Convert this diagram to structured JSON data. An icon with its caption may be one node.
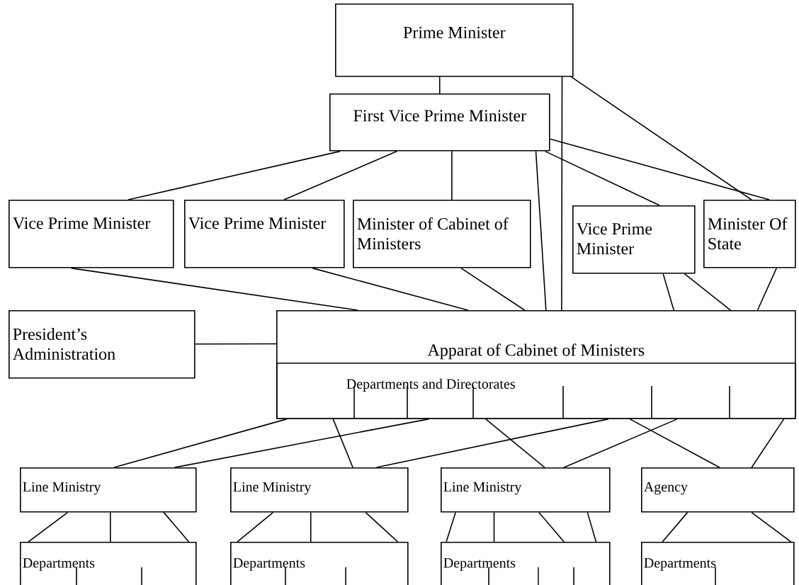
{
  "diagram": {
    "nodes": [
      {
        "text": [
          "Prime Minister"
        ]
      },
      {
        "text": [
          "First Vice Prime Minister"
        ]
      },
      {
        "text": [
          "Vice Prime Minister"
        ]
      },
      {
        "text": [
          "Vice Prime Minister"
        ]
      },
      {
        "text": [
          "Minister of Cabinet of Ministers"
        ]
      },
      {
        "text": [
          "Vice Prime Minister"
        ]
      },
      {
        "text": [
          "Minister Of State"
        ]
      },
      {
        "text": [
          "President’s Administration"
        ]
      },
      {
        "text": [
          "Apparat of Cabinet of Ministers"
        ]
      },
      {
        "text": [
          "Departments and Directorates"
        ],
        "in": 8
      },
      {
        "text": [
          "Line Ministry"
        ]
      },
      {
        "text": [
          "Line Ministry"
        ]
      },
      {
        "text": [
          "Line Ministry"
        ]
      },
      {
        "text": [
          "Agency"
        ]
      },
      {
        "text": [
          "Departments"
        ]
      },
      {
        "text": [
          "Departments"
        ]
      },
      {
        "text": [
          "Departments"
        ]
      },
      {
        "text": [
          "Departments"
        ]
      }
    ],
    "edges": [
      {
        "from": 0,
        "to": 1,
        "arrow": "none"
      },
      {
        "from": 0,
        "to": 8,
        "arrow": "none"
      },
      {
        "from": 0,
        "to": 6,
        "arrow": "none"
      },
      {
        "from": 1,
        "to": 2,
        "arrow": "none"
      },
      {
        "from": 1,
        "to": 3,
        "arrow": "none"
      },
      {
        "from": 1,
        "to": 4,
        "arrow": "none"
      },
      {
        "from": 1,
        "to": 8,
        "arrow": "none"
      },
      {
        "from": 1,
        "to": 5,
        "arrow": "none"
      },
      {
        "from": 1,
        "to": 6,
        "arrow": "none"
      },
      {
        "from": 2,
        "to": 8,
        "arrow": "none"
      },
      {
        "from": 3,
        "to": 8,
        "arrow": "none"
      },
      {
        "from": 4,
        "to": 8,
        "arrow": "none"
      },
      {
        "from": 5,
        "to": 8,
        "arrow": "none"
      },
      {
        "from": 5,
        "to": 8,
        "arrow": "none"
      },
      {
        "from": 6,
        "to": 8,
        "arrow": "none"
      },
      {
        "from": 7,
        "to": 8,
        "arrow": "none"
      },
      {
        "from": 9,
        "to": 10,
        "arrow": "none"
      },
      {
        "from": 9,
        "to": 10,
        "arrow": "none"
      },
      {
        "from": 9,
        "to": 11,
        "arrow": "none"
      },
      {
        "from": 9,
        "to": 11,
        "arrow": "none"
      },
      {
        "from": 9,
        "to": 12,
        "arrow": "none"
      },
      {
        "from": 9,
        "to": 12,
        "arrow": "none"
      },
      {
        "from": 9,
        "to": 13,
        "arrow": "none"
      },
      {
        "from": 9,
        "to": 13,
        "arrow": "none"
      },
      {
        "from": 10,
        "to": 14,
        "arrow": "none"
      },
      {
        "from": 10,
        "to": 14,
        "arrow": "none"
      },
      {
        "from": 10,
        "to": 14,
        "arrow": "none"
      },
      {
        "from": 11,
        "to": 15,
        "arrow": "none"
      },
      {
        "from": 11,
        "to": 15,
        "arrow": "none"
      },
      {
        "from": 11,
        "to": 15,
        "arrow": "none"
      },
      {
        "from": 12,
        "to": 16,
        "arrow": "none"
      },
      {
        "from": 12,
        "to": 16,
        "arrow": "none"
      },
      {
        "from": 12,
        "to": 16,
        "arrow": "none"
      },
      {
        "from": 12,
        "to": 16,
        "arrow": "none"
      },
      {
        "from": 13,
        "to": 17,
        "arrow": "none"
      },
      {
        "from": 13,
        "to": 17,
        "arrow": "none"
      }
    ]
  }
}
